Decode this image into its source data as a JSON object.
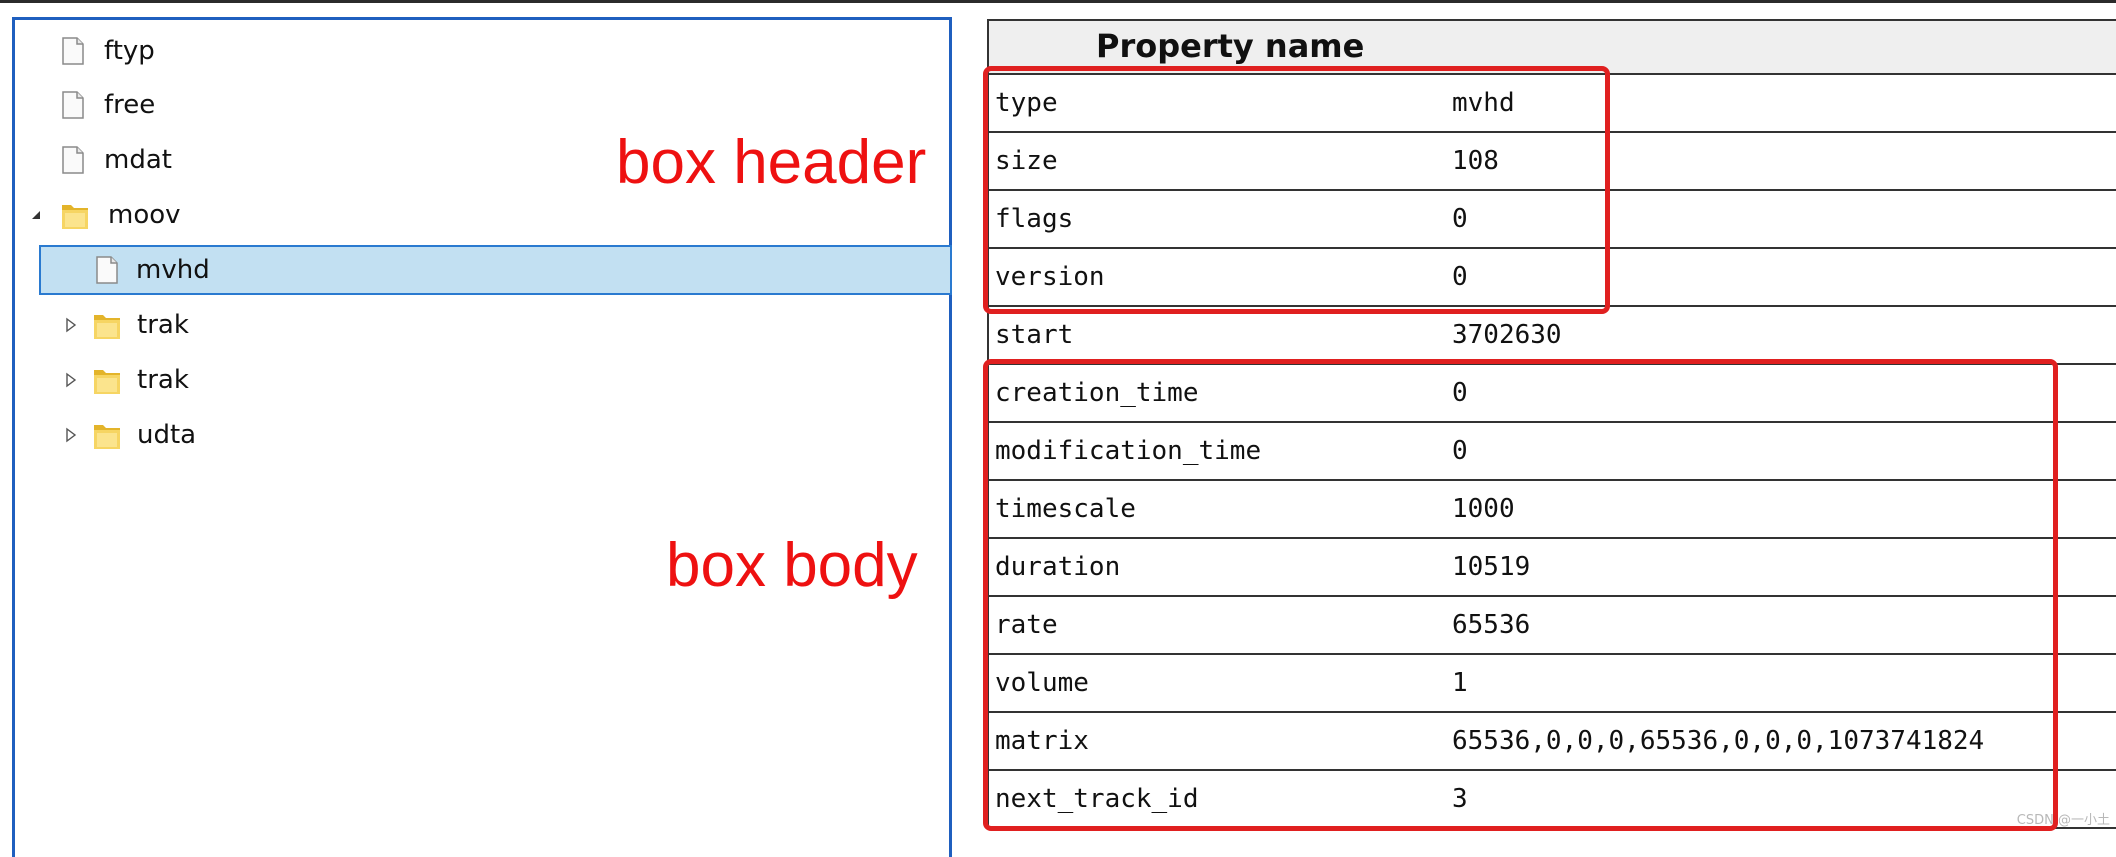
{
  "tree": {
    "items": [
      {
        "label": "ftyp",
        "icon": "file-icon"
      },
      {
        "label": "free",
        "icon": "file-icon"
      },
      {
        "label": "mdat",
        "icon": "file-icon"
      },
      {
        "label": "moov",
        "icon": "folder-icon",
        "expanded": true
      },
      {
        "label": "mvhd",
        "icon": "file-icon",
        "selected": true
      },
      {
        "label": "trak",
        "icon": "folder-icon",
        "expanded": false
      },
      {
        "label": "trak",
        "icon": "folder-icon",
        "expanded": false
      },
      {
        "label": "udta",
        "icon": "folder-icon",
        "expanded": false
      }
    ]
  },
  "annotations": {
    "box_header": "box header",
    "box_body": "box body"
  },
  "table": {
    "header": "Property name",
    "rows": [
      {
        "key": "type",
        "value": "mvhd"
      },
      {
        "key": "size",
        "value": "108"
      },
      {
        "key": "flags",
        "value": "0"
      },
      {
        "key": "version",
        "value": "0"
      },
      {
        "key": "start",
        "value": "3702630"
      },
      {
        "key": "creation_time",
        "value": "0"
      },
      {
        "key": "modification_time",
        "value": "0"
      },
      {
        "key": "timescale",
        "value": "1000"
      },
      {
        "key": "duration",
        "value": "10519"
      },
      {
        "key": "rate",
        "value": "65536"
      },
      {
        "key": "volume",
        "value": "1"
      },
      {
        "key": "matrix",
        "value": "65536,0,0,0,65536,0,0,0,1073741824"
      },
      {
        "key": "next_track_id",
        "value": "3"
      }
    ]
  },
  "watermark": "CSDN @一小土",
  "colors": {
    "selection": "#c2e0f2",
    "panel_border": "#1f5fbf",
    "annotation": "#e02020"
  }
}
